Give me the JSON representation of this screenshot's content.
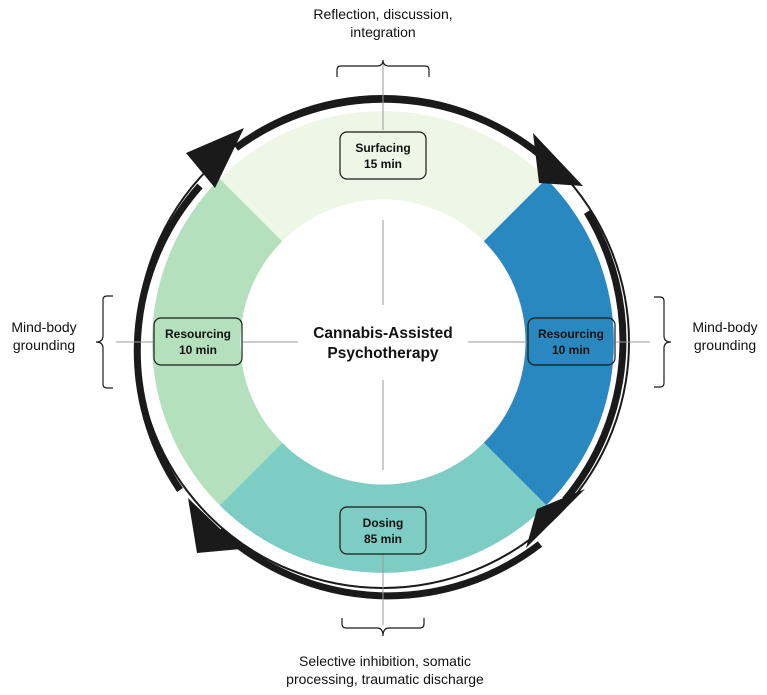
{
  "center": {
    "line1": "Cannabis-Assisted",
    "line2": "Psychotherapy"
  },
  "stages": {
    "top": {
      "name": "Surfacing",
      "duration": "15 min",
      "color": "#eef6e6"
    },
    "right": {
      "name": "Resourcing",
      "duration": "10 min",
      "color": "#2a88c0"
    },
    "bottom": {
      "name": "Dosing",
      "duration": "85 min",
      "color": "#7ecdc4"
    },
    "left": {
      "name": "Resourcing",
      "duration": "10 min",
      "color": "#b4e0bd"
    }
  },
  "annotations": {
    "top": {
      "line1": "Reflection, discussion,",
      "line2": "integration"
    },
    "bottom": {
      "line1": "Selective inhibition, somatic",
      "line2": "processing, traumatic discharge"
    },
    "left": {
      "line1": "Mind-body",
      "line2": "grounding"
    },
    "right": {
      "line1": "Mind-body",
      "line2": "grounding"
    }
  },
  "colors": {
    "arrow": "#1a1a1a",
    "ring_outline": "#1a1a1a",
    "divider": "#9a9a9a"
  }
}
